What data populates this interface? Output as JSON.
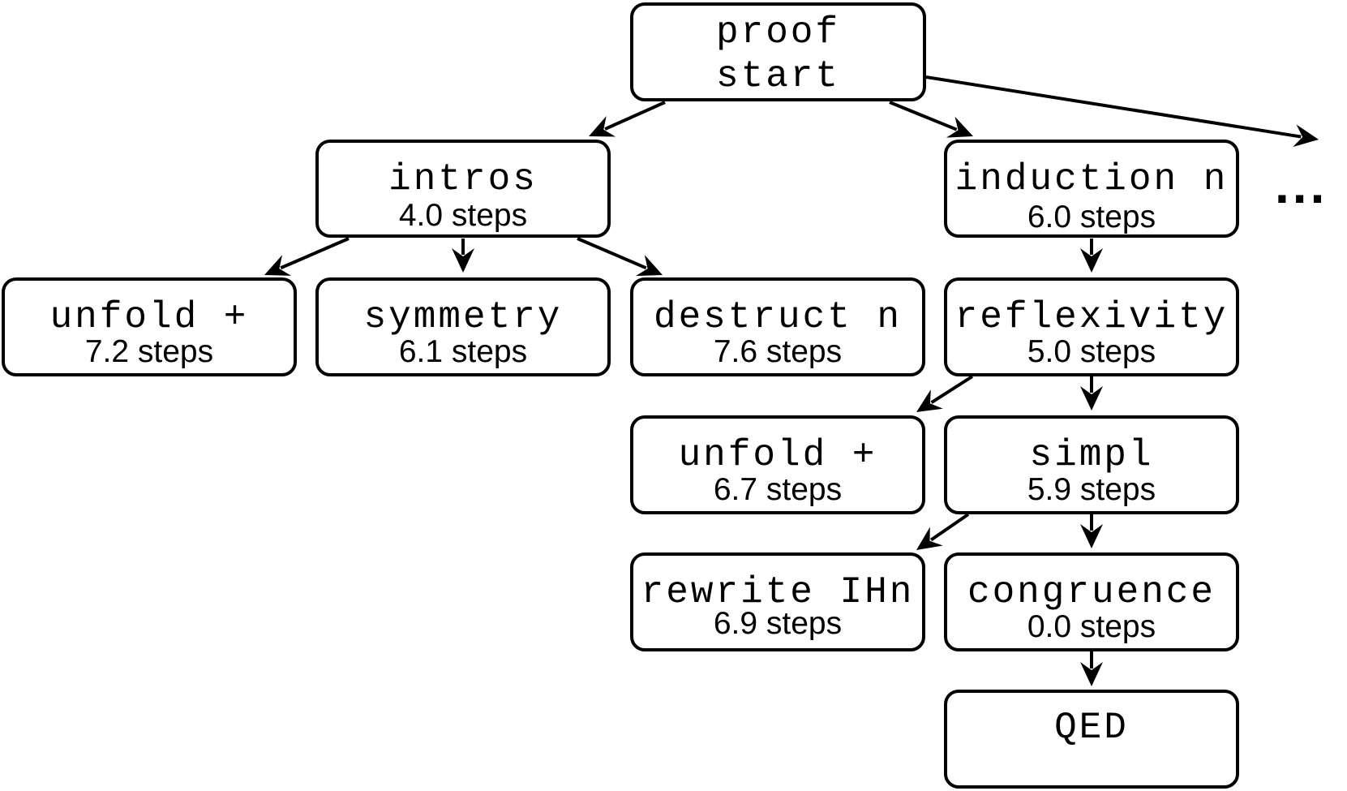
{
  "diagram": {
    "colors": {
      "stroke": "#000000",
      "background": "#ffffff"
    },
    "continuation_marker": "...",
    "nodes": [
      {
        "id": "root",
        "tactic_lines": [
          "proof",
          "start"
        ],
        "steps": ""
      },
      {
        "id": "intros",
        "tactic": "intros",
        "steps": "4.0 steps"
      },
      {
        "id": "induction",
        "tactic": "induction n",
        "steps": "6.0 steps"
      },
      {
        "id": "unfold1",
        "tactic": "unfold +",
        "steps": "7.2 steps"
      },
      {
        "id": "symmetry",
        "tactic": "symmetry",
        "steps": "6.1 steps"
      },
      {
        "id": "destruct",
        "tactic": "destruct n",
        "steps": "7.6 steps"
      },
      {
        "id": "reflexivity",
        "tactic": "reflexivity",
        "steps": "5.0 steps"
      },
      {
        "id": "unfold2",
        "tactic": "unfold +",
        "steps": "6.7 steps"
      },
      {
        "id": "simpl",
        "tactic": "simpl",
        "steps": "5.9 steps"
      },
      {
        "id": "rewrite",
        "tactic": "rewrite IHn",
        "steps": "6.9 steps"
      },
      {
        "id": "congruence",
        "tactic": "congruence",
        "steps": "0.0 steps"
      },
      {
        "id": "qed",
        "tactic": "QED",
        "steps": ""
      }
    ],
    "edges": [
      [
        "root",
        "intros"
      ],
      [
        "root",
        "induction"
      ],
      [
        "root",
        "more"
      ],
      [
        "intros",
        "unfold1"
      ],
      [
        "intros",
        "symmetry"
      ],
      [
        "intros",
        "destruct"
      ],
      [
        "induction",
        "reflexivity"
      ],
      [
        "reflexivity",
        "unfold2"
      ],
      [
        "reflexivity",
        "simpl"
      ],
      [
        "simpl",
        "rewrite"
      ],
      [
        "simpl",
        "congruence"
      ],
      [
        "congruence",
        "qed"
      ]
    ]
  }
}
